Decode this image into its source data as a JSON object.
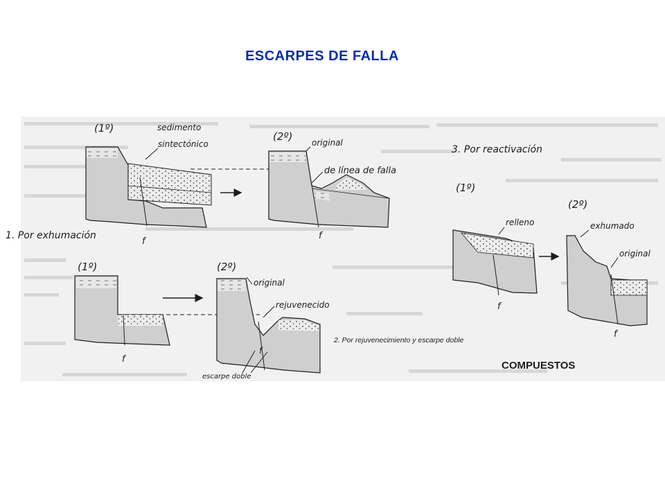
{
  "title": "ESCARPES DE FALLA",
  "colors": {
    "title": "#0a2ea8",
    "paper": "#f1f1f1",
    "rock": "#cfcfcf",
    "ink": "#1d1d1d",
    "sediment": "#ebebeb"
  },
  "figure": {
    "panel1": {
      "caption": "1. Por exhumación",
      "stage1_label": "(1º)",
      "stage2_label": "(2º)",
      "label_sediment_line1": "sedimento",
      "label_sediment_line2": "sintectónico",
      "label_original": "original",
      "label_fault_line_scarp": "de línea de falla",
      "fault_mark": "f"
    },
    "panel2": {
      "caption": "2. Por rejuvenecimiento y escarpe doble",
      "stage1_label": "(1º)",
      "stage2_label": "(2º)",
      "label_original": "original",
      "label_rejuvenated": "rejuvenecido",
      "label_double_scarp": "escarpe doble",
      "fault_mark": "f"
    },
    "panel3": {
      "caption": "3. Por reactivación",
      "stage1_label": "(1º)",
      "stage2_label": "(2º)",
      "label_fill": "relleno",
      "label_exhumed": "exhumado",
      "label_original": "original",
      "fault_mark": "f"
    },
    "footer": "COMPUESTOS"
  }
}
